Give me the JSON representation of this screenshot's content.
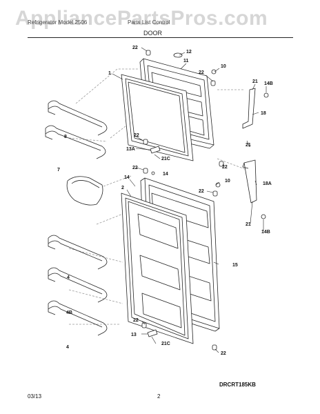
{
  "watermark": "AppliancePartsPros.com",
  "header": {
    "left_caption": "Refrigerator Model 2506",
    "mid_caption": "Parts List Control",
    "section_title": "DOOR"
  },
  "callouts": [
    {
      "id": "c22a",
      "text": "22"
    },
    {
      "id": "c12",
      "text": "12"
    },
    {
      "id": "c11",
      "text": "11"
    },
    {
      "id": "c10a",
      "text": "10"
    },
    {
      "id": "c1",
      "text": "1"
    },
    {
      "id": "c22b",
      "text": "22"
    },
    {
      "id": "c21a",
      "text": "21"
    },
    {
      "id": "c14Ba",
      "text": "14B"
    },
    {
      "id": "c18",
      "text": "18"
    },
    {
      "id": "c8",
      "text": "8"
    },
    {
      "id": "c21b",
      "text": "21"
    },
    {
      "id": "c22c",
      "text": "22"
    },
    {
      "id": "c13A",
      "text": "13A"
    },
    {
      "id": "c21Ca",
      "text": "21C"
    },
    {
      "id": "c22d",
      "text": "22"
    },
    {
      "id": "c7",
      "text": "7"
    },
    {
      "id": "c22e",
      "text": "22"
    },
    {
      "id": "c14a",
      "text": "14"
    },
    {
      "id": "c14b",
      "text": "14"
    },
    {
      "id": "c2",
      "text": "2"
    },
    {
      "id": "c10b",
      "text": "10"
    },
    {
      "id": "c22f",
      "text": "22"
    },
    {
      "id": "c18A",
      "text": "18A"
    },
    {
      "id": "c21c",
      "text": "21"
    },
    {
      "id": "c14Bb",
      "text": "14B"
    },
    {
      "id": "c4a",
      "text": "4"
    },
    {
      "id": "c15",
      "text": "15"
    },
    {
      "id": "c4B",
      "text": "4B"
    },
    {
      "id": "c22g",
      "text": "22"
    },
    {
      "id": "c4b",
      "text": "4"
    },
    {
      "id": "c13",
      "text": "13"
    },
    {
      "id": "c21Cb",
      "text": "21C"
    },
    {
      "id": "c22h",
      "text": "22"
    }
  ],
  "footer": {
    "diagram_code": "DRCRT185KB",
    "date": "03/13",
    "page_number": "2"
  }
}
